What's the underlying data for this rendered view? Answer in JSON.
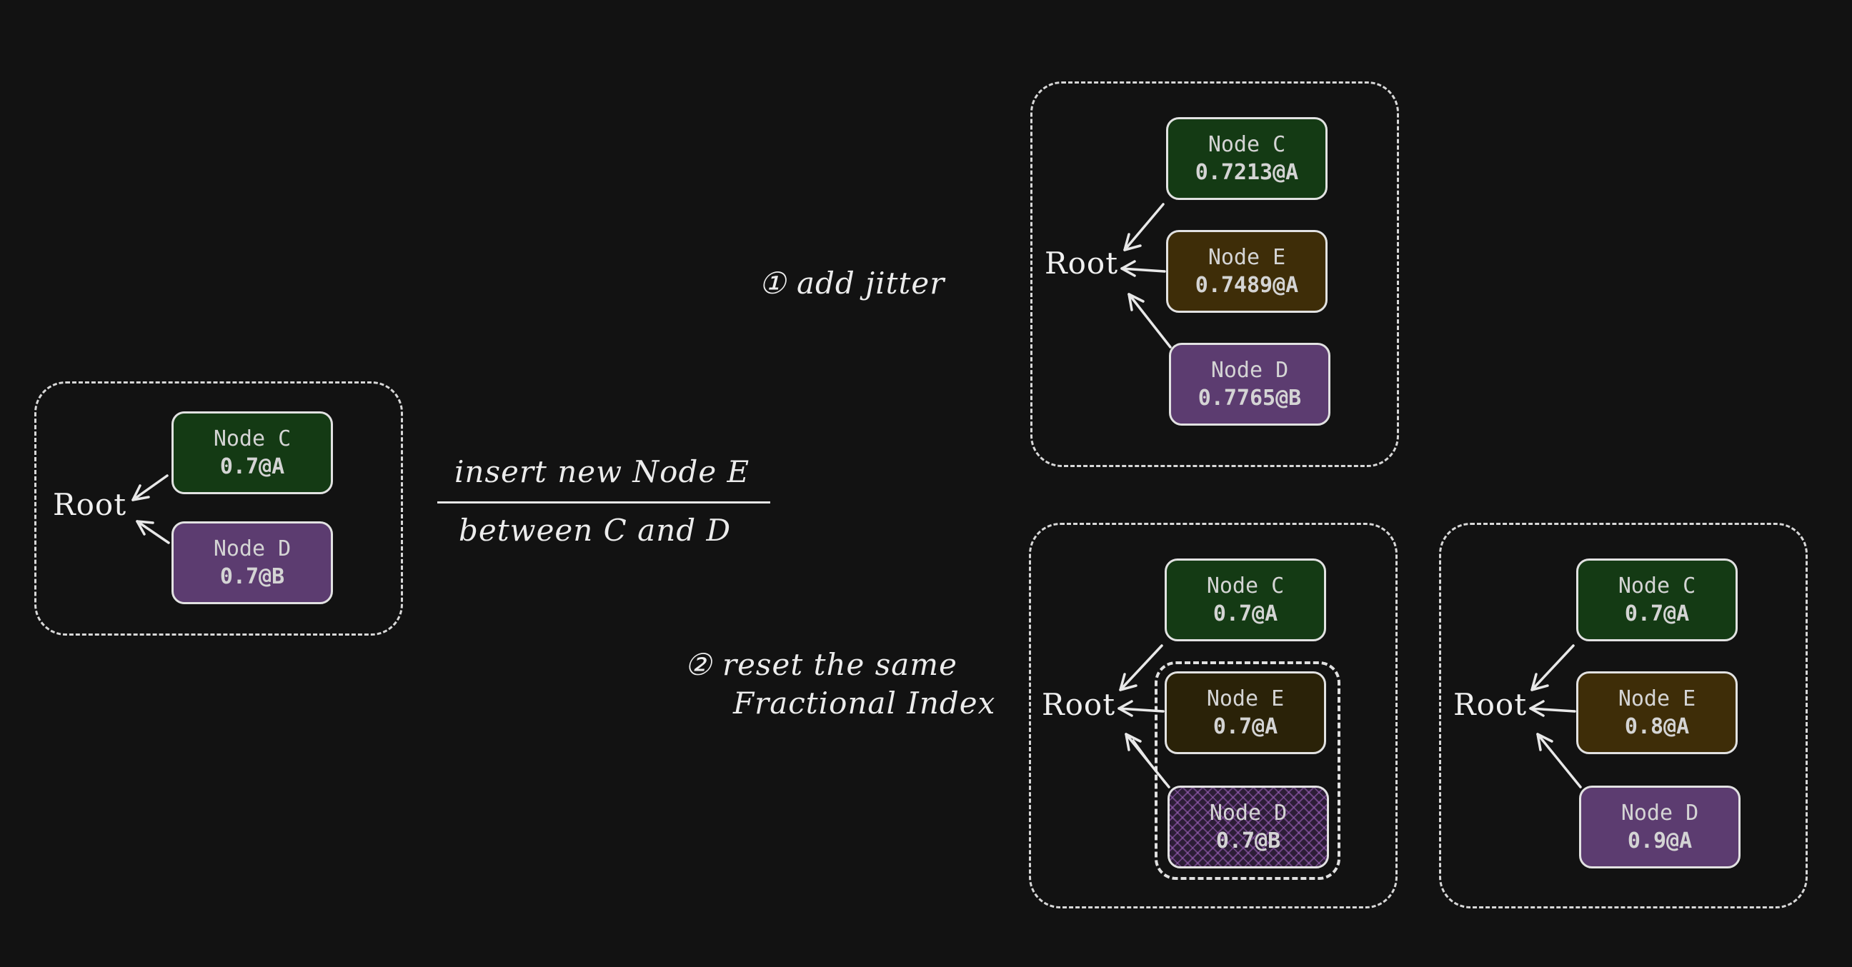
{
  "diagram": {
    "insert_label": {
      "line1": "insert new Node E",
      "line2": "between C and D"
    },
    "step1_label": "① add jitter",
    "step2_label": {
      "line1": "② reset the same",
      "line2": "Fractional Index"
    },
    "initial": {
      "root": "Root",
      "node_c": {
        "name": "Node C",
        "value": "0.7@A"
      },
      "node_d": {
        "name": "Node D",
        "value": "0.7@B"
      }
    },
    "jitter": {
      "root": "Root",
      "node_c": {
        "name": "Node C",
        "value": "0.7213@A"
      },
      "node_e": {
        "name": "Node E",
        "value": "0.7489@A"
      },
      "node_d": {
        "name": "Node D",
        "value": "0.7765@B"
      }
    },
    "reset": {
      "root": "Root",
      "node_c": {
        "name": "Node C",
        "value": "0.7@A"
      },
      "node_e": {
        "name": "Node E",
        "value": "0.7@A"
      },
      "node_d": {
        "name": "Node D",
        "value": "0.7@B"
      }
    },
    "reset_result": {
      "root": "Root",
      "node_c": {
        "name": "Node C",
        "value": "0.7@A"
      },
      "node_e": {
        "name": "Node E",
        "value": "0.8@A"
      },
      "node_d": {
        "name": "Node D",
        "value": "0.9@A"
      }
    },
    "colors": {
      "background": "#121212",
      "node_c_fill": "#143a14",
      "node_e_fill": "#3e2d08",
      "node_d_fill": "#5c3c70",
      "stroke": "#e2e2e2"
    }
  }
}
